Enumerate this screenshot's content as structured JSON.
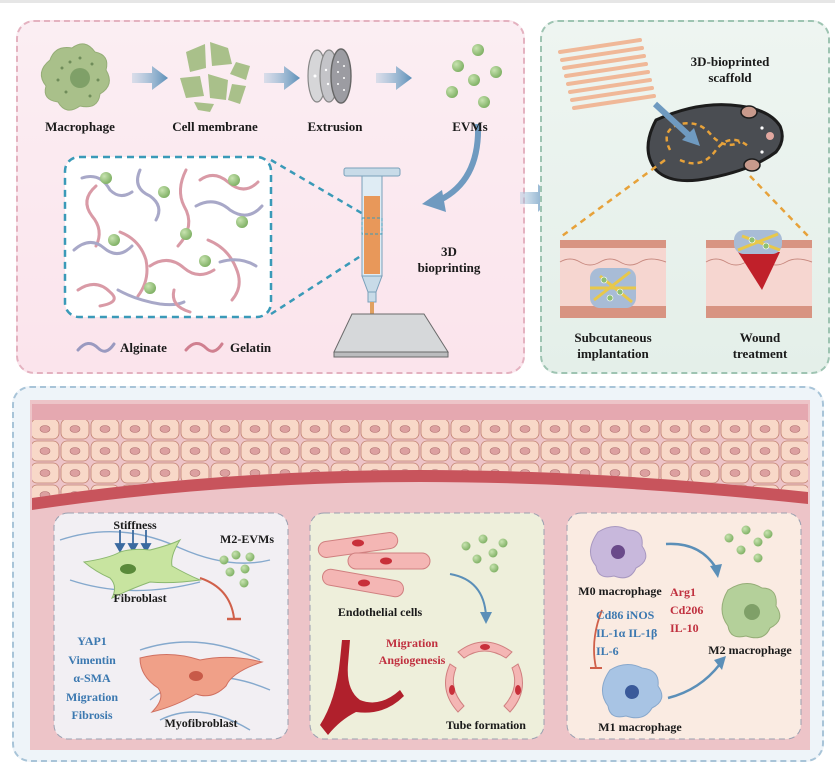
{
  "fabrication": {
    "steps": [
      {
        "label": "Macrophage",
        "icon": "macrophage-icon"
      },
      {
        "label": "Cell membrane",
        "icon": "cell-membrane-icon"
      },
      {
        "label": "Extrusion",
        "icon": "extrusion-filter-icon"
      },
      {
        "label": "EVMs",
        "icon": "evm-vesicles-icon"
      }
    ],
    "bioprinting_label": "3D bioprinting",
    "bioprinting_line1": "3D",
    "bioprinting_line2": "bioprinting",
    "legend": [
      {
        "label": "Alginate",
        "color": "#9a9ac0"
      },
      {
        "label": "Gelatin",
        "color": "#d08090"
      }
    ]
  },
  "application": {
    "scaffold_line1": "3D-bioprinted",
    "scaffold_line2": "scaffold",
    "sub_line1": "Subcutaneous",
    "sub_line2": "implantation",
    "wound_line1": "Wound",
    "wound_line2": "treatment"
  },
  "mechanism": {
    "fibrosis": {
      "stiffness": "Stiffness",
      "fibroblast": "Fibroblast",
      "evms": "M2-EVMs",
      "myofibroblast": "Myofibroblast",
      "markers": [
        "YAP1",
        "Vimentin",
        "α-SMA",
        "Migration",
        "Fibrosis"
      ]
    },
    "angiogenesis": {
      "endothelial": "Endothelial cells",
      "effects": [
        "Migration",
        "Angiogenesis"
      ],
      "tube": "Tube formation"
    },
    "macrophage": {
      "m0": "M0 macrophage",
      "m1": "M1 macrophage",
      "m2": "M2 macrophage",
      "m1_markers": [
        "Cd86 iNOS",
        "IL-1α IL-1β",
        "IL-6"
      ],
      "m2_markers": [
        "Arg1",
        "Cd206",
        "IL-10"
      ]
    }
  },
  "colors": {
    "arrow": "#5b8fb8",
    "evm_green": "#8fbf72",
    "macrophage_green": "#9dbb7e",
    "inhibit_red": "#d0604a",
    "marker_blue": "#3b78b0",
    "marker_red": "#c0303f"
  }
}
